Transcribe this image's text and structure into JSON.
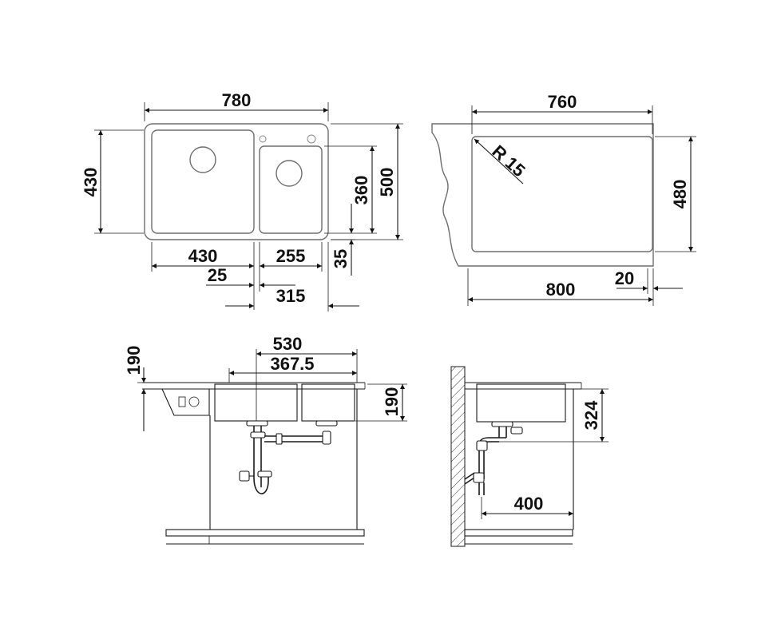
{
  "dims": {
    "top_width": "780",
    "top_height": "430",
    "top_depth_500": "500",
    "top_depth_360": "360",
    "bowl_left": "430",
    "bowl_right": "255",
    "gap_25": "25",
    "offset_35": "35",
    "offset_315": "315",
    "cut_width": "760",
    "radius": "R 15",
    "cut_height": "480",
    "cabinet_width": "800",
    "edge_20": "20",
    "front_530": "530",
    "front_367_5": "367.5",
    "front_190_left": "190",
    "front_190_right": "190",
    "side_324": "324",
    "side_400": "400"
  }
}
